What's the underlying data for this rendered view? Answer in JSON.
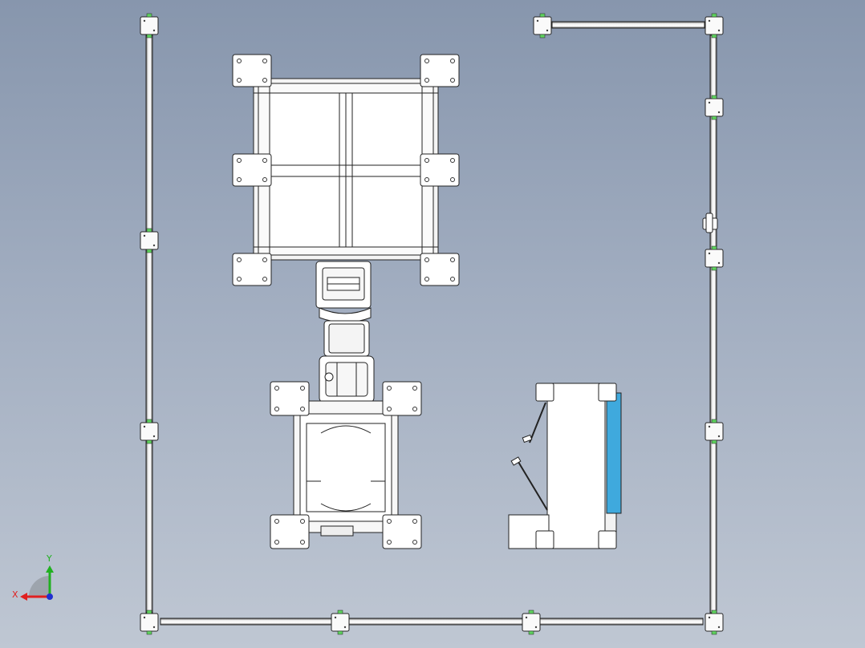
{
  "view": {
    "background_top": "#8796ad",
    "background_bottom": "#bfc7d3"
  },
  "scene": {
    "fence": "aluminium-profile-perimeter-fence",
    "fence_accent": "#5fd35f",
    "workpiece_table": "grid-table-with-four-panels",
    "robot": "industrial-robot-arm-top-view",
    "robot_base": "robot-base-frame",
    "conveyor": "belt-conveyor-station",
    "conveyor_belt_color": "#3fa9dd"
  },
  "triad": {
    "x_label": "X",
    "y_label": "Y",
    "x_color": "#e02020",
    "y_color": "#20b020",
    "z_color": "#2030d0"
  }
}
